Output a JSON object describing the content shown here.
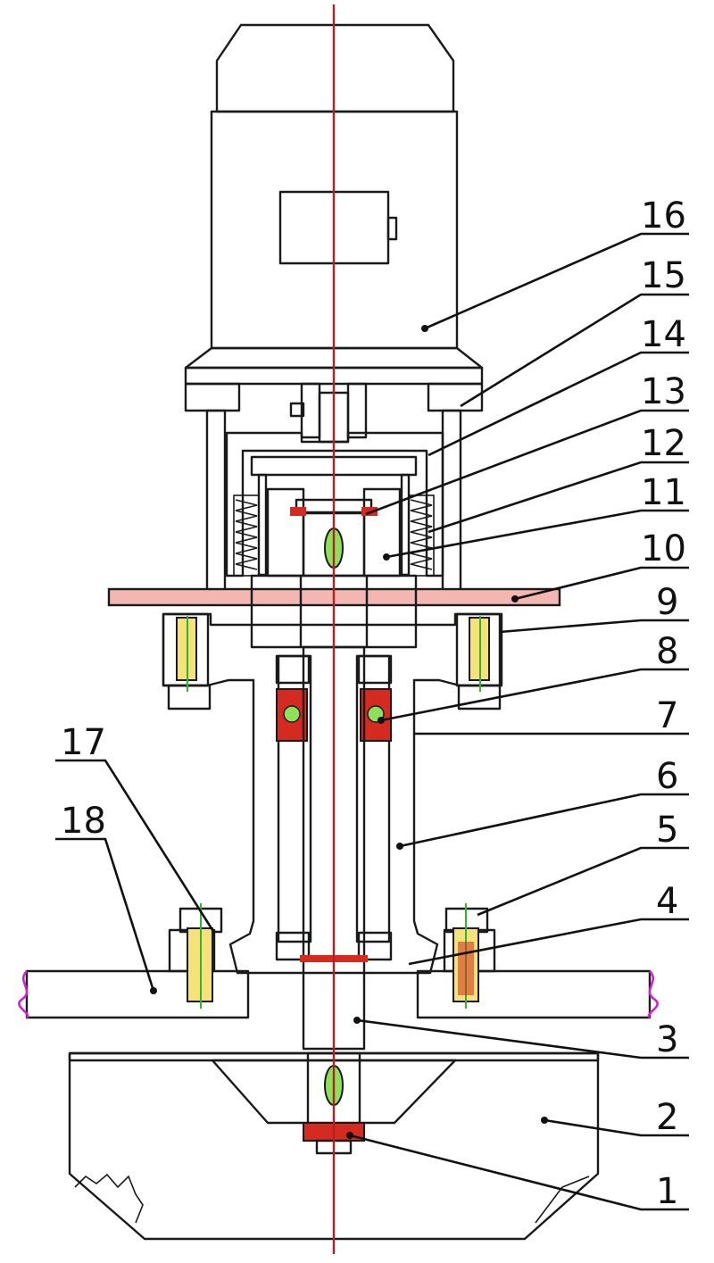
{
  "diagram": {
    "callouts": [
      {
        "label": "1"
      },
      {
        "label": "2"
      },
      {
        "label": "3"
      },
      {
        "label": "4"
      },
      {
        "label": "5"
      },
      {
        "label": "6"
      },
      {
        "label": "7"
      },
      {
        "label": "8"
      },
      {
        "label": "9"
      },
      {
        "label": "10"
      },
      {
        "label": "11"
      },
      {
        "label": "12"
      },
      {
        "label": "13"
      },
      {
        "label": "14"
      },
      {
        "label": "15"
      },
      {
        "label": "16"
      },
      {
        "label": "17"
      },
      {
        "label": "18"
      }
    ],
    "colors": {
      "centerline": "#b22222",
      "seal_red": "#d42a1f",
      "key_green": "#8ee05a",
      "bolt_yellow": "#f7e27a",
      "tank_break": "#d020d0",
      "coupling_pin": "#f4b6b0"
    }
  }
}
